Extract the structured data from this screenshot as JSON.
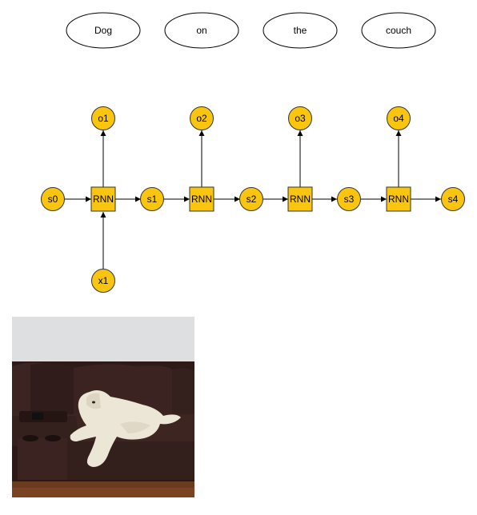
{
  "words": [
    "Dog",
    "on",
    "the",
    "couch"
  ],
  "states": [
    "s0",
    "s1",
    "s2",
    "s3",
    "s4"
  ],
  "outputs": [
    "o1",
    "o2",
    "o3",
    "o4"
  ],
  "inputs": [
    "x1"
  ],
  "cell_label": "RNN",
  "colors": {
    "node_fill": "#f9c50f",
    "node_stroke": "#333333",
    "edge": "#000000",
    "word_stroke": "#000000"
  },
  "photo": {
    "icon": "dog-on-couch-photo",
    "colors": {
      "wall": "#d9dadb",
      "couch": "#3a2320",
      "floor": "#6b3b1f",
      "dog": "#ece6d6"
    }
  }
}
